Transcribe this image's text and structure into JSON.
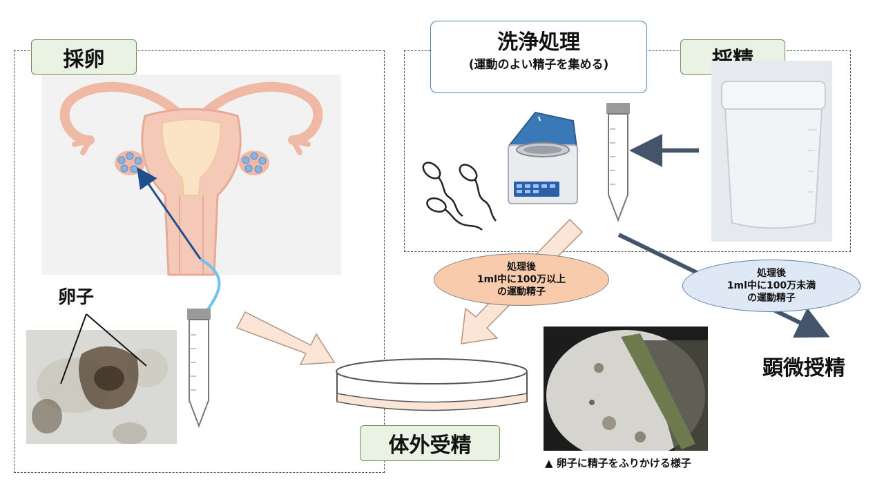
{
  "labels": {
    "egg_retrieval": "採卵",
    "washing_title": "洗浄処理",
    "washing_subtitle": "(運動のよい精子を集める)",
    "sperm_collection": "採精",
    "egg": "卵子",
    "ivf": "体外受精",
    "icsi": "顕微授精",
    "caption": "▲ 卵子に精子をふりかけ​る様子"
  },
  "ovals": {
    "high": {
      "line1": "処理後",
      "line2": "1ml中に100万以上",
      "line3": "の運動精子"
    },
    "low": {
      "line1": "処理後",
      "line2": "1ml中に100万未満",
      "line3": "の運動精子"
    }
  },
  "colors": {
    "green_bg": "#eaf3e3",
    "peach_oval": "#f8cbad",
    "blue_oval": "#dfe9f5",
    "arrow_peach": "#fbe5d6",
    "arrow_dark": "#44546a",
    "uterus": "#f4c9b8",
    "centrifuge_blue": "#3b78b8"
  }
}
